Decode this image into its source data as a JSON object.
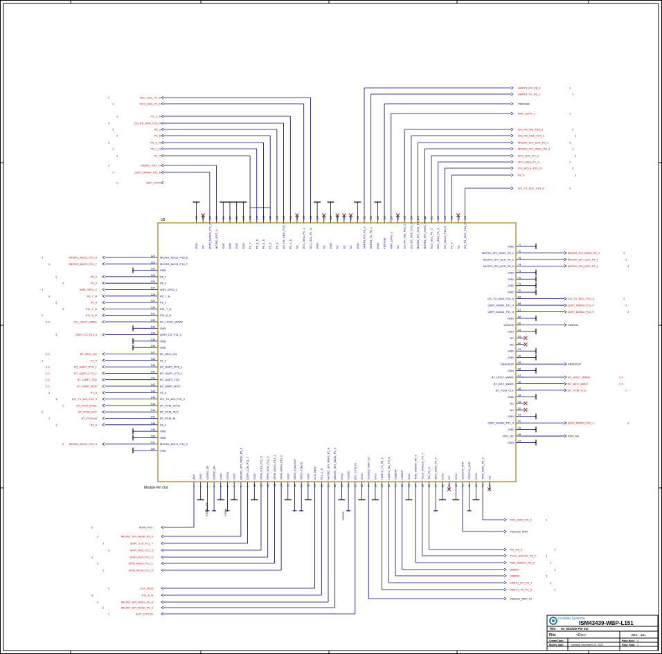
{
  "module": {
    "ref": "U8",
    "caption": "Module Pin Out",
    "top_pins": [
      {
        "num": "156",
        "name": "GND"
      },
      {
        "num": "155",
        "name": "NC"
      },
      {
        "num": "154",
        "name": "QSPI_DATA0_P11_6"
      },
      {
        "num": "153",
        "name": "MICRO_RST_N"
      },
      {
        "num": "152",
        "name": "GND"
      },
      {
        "num": "151",
        "name": "GND"
      },
      {
        "num": "150",
        "name": "GND"
      },
      {
        "num": "149",
        "name": "GND"
      },
      {
        "num": "148",
        "name": "P1_7"
      },
      {
        "num": "147",
        "name": "P6_4_N"
      },
      {
        "num": "146",
        "name": "P6_5_N"
      },
      {
        "num": "145",
        "name": "P1_6"
      },
      {
        "num": "144",
        "name": "P6_3"
      },
      {
        "num": "143",
        "name": "I2S_RX_SDO_P10_0"
      },
      {
        "num": "142",
        "name": "P5_2_N"
      },
      {
        "num": "141",
        "name": "NC"
      },
      {
        "num": "140",
        "name": "I2C1_SDA_P1_1"
      },
      {
        "num": "139",
        "name": "I2C1_SCL_P1_0"
      },
      {
        "num": "138",
        "name": "GND"
      },
      {
        "num": "137",
        "name": "NC"
      },
      {
        "num": "136",
        "name": "GND"
      },
      {
        "num": "135",
        "name": "NC"
      },
      {
        "num": "134",
        "name": "NC"
      },
      {
        "num": "133",
        "name": "NC"
      },
      {
        "num": "132",
        "name": "GND"
      },
      {
        "num": "131",
        "name": "UART8_RX_P8_0"
      },
      {
        "num": "130",
        "name": "UART8_TX_P8_1"
      },
      {
        "num": "129",
        "name": "GND"
      },
      {
        "num": "128",
        "name": "VDDUSB"
      },
      {
        "num": "127",
        "name": "WIFI_GPIO_1"
      },
      {
        "num": "126",
        "name": "NC"
      },
      {
        "num": "125",
        "name": "I2S_RX_WS_P10_2"
      },
      {
        "num": "124",
        "name": "I2S_RX_SCK_P10_1"
      },
      {
        "num": "123",
        "name": "MICRO_SPI_SCK_P5_2"
      },
      {
        "num": "122",
        "name": "MICRO_SPI_MISO_P5_3"
      },
      {
        "num": "121",
        "name": "I2C2_SCL_P1_2"
      },
      {
        "num": "120",
        "name": "I2C2_SDA_P1_3"
      },
      {
        "num": "119",
        "name": "I2S_MCLK_P10_5"
      },
      {
        "num": "118",
        "name": "P9_0"
      },
      {
        "num": "117",
        "name": "NC"
      },
      {
        "num": "116",
        "name": "I2S_TX_SCK_P10_4"
      }
    ],
    "left_pins": [
      {
        "num": "122",
        "name": "MICRO_ADC2_P10_6"
      },
      {
        "num": "123",
        "name": "MICRO_ADC3_P10_7"
      },
      {
        "num": "124",
        "name": "GND"
      },
      {
        "num": "125",
        "name": "P6_2"
      },
      {
        "num": "126",
        "name": "P6_3"
      },
      {
        "num": "127",
        "name": "WIFI_GPIO_2"
      },
      {
        "num": "128",
        "name": "P6_7_N"
      },
      {
        "num": "129",
        "name": "P6_6"
      },
      {
        "num": "130",
        "name": "P11_7_N"
      },
      {
        "num": "131",
        "name": "P11_6_N"
      },
      {
        "num": "132",
        "name": "WL_HOST_WAKE"
      },
      {
        "num": "133",
        "name": "GND"
      },
      {
        "num": "134",
        "name": "QSPI_CS_P11_2"
      },
      {
        "num": "135",
        "name": "GND"
      },
      {
        "num": "136",
        "name": "GND"
      },
      {
        "num": "137",
        "name": "BT_REG_ON"
      },
      {
        "num": "138",
        "name": "P1_4"
      },
      {
        "num": "139",
        "name": "BT_UART_RTS_L"
      },
      {
        "num": "140",
        "name": "BT_UART_CTS_L"
      },
      {
        "num": "141",
        "name": "BT_UART_TXD"
      },
      {
        "num": "142",
        "name": "BT_UART_RXD"
      },
      {
        "num": "143",
        "name": "P1_5"
      },
      {
        "num": "144",
        "name": "I2S_TX_WS_P10_3"
      },
      {
        "num": "145",
        "name": "BT_PCM_SYNC"
      },
      {
        "num": "146",
        "name": "BT_PCM_OUT"
      },
      {
        "num": "147",
        "name": "BT_PCM_IN"
      },
      {
        "num": "148",
        "name": "P6_4"
      },
      {
        "num": "149",
        "name": "GND"
      },
      {
        "num": "150",
        "name": "GND"
      },
      {
        "num": "151",
        "name": "MICRO_ADC1_P10_4"
      },
      {
        "num": "152",
        "name": "GND"
      }
    ],
    "right_pins": [
      {
        "num": "77",
        "name": "GND"
      },
      {
        "num": "76",
        "name": "MICRO_SPI_MISO_P5_1"
      },
      {
        "num": "75",
        "name": "MICRO_SPI_SCK_P5_2"
      },
      {
        "num": "74",
        "name": "MICRO_SPI_NSS_P5_3"
      },
      {
        "num": "73",
        "name": "GND"
      },
      {
        "num": "72",
        "name": "GND"
      },
      {
        "num": "71",
        "name": "GND"
      },
      {
        "num": "70",
        "name": "GND"
      },
      {
        "num": "69",
        "name": "I2S_TX_SDO_P10_5"
      },
      {
        "num": "68",
        "name": "QSPI_DATA2_P11_4"
      },
      {
        "num": "67",
        "name": "QSPI_DATA1_P11_5"
      },
      {
        "num": "66",
        "name": "GND"
      },
      {
        "num": "65",
        "name": "VDDIO0"
      },
      {
        "num": "64",
        "name": "GND"
      },
      {
        "num": "63",
        "name": "NC"
      },
      {
        "num": "62",
        "name": "NC"
      },
      {
        "num": "61",
        "name": "GND"
      },
      {
        "num": "60",
        "name": "GND"
      },
      {
        "num": "59",
        "name": "VBACKUP"
      },
      {
        "num": "58",
        "name": "GND"
      },
      {
        "num": "57",
        "name": "BT_HOST_WAKE"
      },
      {
        "num": "56",
        "name": "BT_DEV_WAKE"
      },
      {
        "num": "55",
        "name": "BT_PCM_CLK"
      },
      {
        "num": "54",
        "name": "GND"
      },
      {
        "num": "53",
        "name": "NC"
      },
      {
        "num": "52",
        "name": "NC"
      },
      {
        "num": "51",
        "name": "GND"
      },
      {
        "num": "50",
        "name": "QSPI_DATA3_P11_3"
      },
      {
        "num": "49",
        "name": "GND"
      },
      {
        "num": "48",
        "name": "VDD_NS"
      },
      {
        "num": "47",
        "name": "GND"
      }
    ],
    "bottom_pins": [
      {
        "num": "1",
        "name": "ANT"
      },
      {
        "num": "2",
        "name": "GND"
      },
      {
        "num": "3",
        "name": "VDDIO_PA"
      },
      {
        "num": "4",
        "name": "VDDIO_PA"
      },
      {
        "num": "5",
        "name": "GND"
      },
      {
        "num": "6",
        "name": "VDDA"
      },
      {
        "num": "7",
        "name": "GND"
      },
      {
        "num": "8",
        "name": "MICRO_SPI_MOSI_P6_5"
      },
      {
        "num": "9",
        "name": "QSPI_CLK_P11_7"
      },
      {
        "num": "10",
        "name": "GND"
      },
      {
        "num": "11",
        "name": "SPIH_NSS_P12_3"
      },
      {
        "num": "12",
        "name": "SPIH_SCK_P12_2"
      },
      {
        "num": "13",
        "name": "SPIH_MISO_P12_1"
      },
      {
        "num": "14",
        "name": "SPIH_MOSI_P12_0"
      },
      {
        "num": "15",
        "name": "GND"
      },
      {
        "num": "16",
        "name": "WCO_XTALOUT"
      },
      {
        "num": "17",
        "name": "WCO_XTALIN"
      },
      {
        "num": "18",
        "name": "GND"
      },
      {
        "num": "19",
        "name": "CLK_REQ"
      },
      {
        "num": "20",
        "name": "P11_1_N"
      },
      {
        "num": "21",
        "name": "MICRO_SPI_MISO_P6_4"
      },
      {
        "num": "22",
        "name": "MICRO_SPI_MOSI_P6_6"
      },
      {
        "num": "23",
        "name": "GND"
      },
      {
        "num": "24",
        "name": "VDDIO"
      },
      {
        "num": "25",
        "name": "EXT_LPO_IN"
      },
      {
        "num": "26",
        "name": "GND"
      },
      {
        "num": "27",
        "name": "VDDIO2_WIFI_IO"
      },
      {
        "num": "28",
        "name": "GND"
      },
      {
        "num": "29",
        "name": "UART1_TX_P9_1"
      },
      {
        "num": "30",
        "name": "UART1_RX_P9_0"
      },
      {
        "num": "31",
        "name": "USBDM"
      },
      {
        "num": "32",
        "name": "USBDP"
      },
      {
        "num": "33",
        "name": "GND"
      },
      {
        "num": "34",
        "name": "TMS_SWDIO_P6_6"
      },
      {
        "num": "35",
        "name": "TCLK_SWCLK_P6_7"
      },
      {
        "num": "36",
        "name": "TDI_P6_5"
      },
      {
        "num": "37",
        "name": "TDO_SWO_P6_4"
      },
      {
        "num": "38",
        "name": "GND"
      },
      {
        "num": "39",
        "name": "NC"
      },
      {
        "num": "40",
        "name": "GND"
      },
      {
        "num": "41",
        "name": "VDD2V5_WIFI"
      },
      {
        "num": "42",
        "name": "VDD2V5_WIFI"
      },
      {
        "num": "43",
        "name": "GND"
      },
      {
        "num": "44",
        "name": "TDO_SWO_P6_4"
      },
      {
        "num": "45",
        "name": "NC"
      }
    ]
  },
  "nets": {
    "top_left": [
      {
        "name": "I2C1_SCL_P1_0",
        "page": "3"
      },
      {
        "name": "I2C1_SDA_P1_1",
        "page": "3"
      },
      {
        "name": "P5_2_N",
        "page": "3"
      },
      {
        "name": "I2S_RX_SDO_P10_0",
        "page": "3"
      },
      {
        "name": "P6_3",
        "page": "3"
      },
      {
        "name": "P1_6",
        "page": "3"
      },
      {
        "name": "P6_5_N",
        "page": "3"
      },
      {
        "name": "P6_4_N",
        "page": "3"
      },
      {
        "name": "P1_7",
        "page": "3"
      },
      {
        "name": "MICRO_RST_N",
        "page": "3"
      },
      {
        "name": "QSPI_DATA0_P11_6",
        "page": "3"
      },
      {
        "name": "WIFI_GPIO",
        "page": "3"
      }
    ],
    "top_right": [
      {
        "name": "UART8_RX_P8_0",
        "page": "3"
      },
      {
        "name": "UART8_TX_P8_1",
        "page": "3"
      },
      {
        "name": "VDDUSB",
        "page": ""
      },
      {
        "name": "WIFI_GPIO_1",
        "page": "3"
      },
      {
        "name": "I2S_RX_WS_P10_2",
        "page": "3"
      },
      {
        "name": "I2S_RX_SCK_P10_1",
        "page": "3"
      },
      {
        "name": "MICRO_SPI_SCK_P5_2",
        "page": "3"
      },
      {
        "name": "MICRO_SPI_MISO_P5_3",
        "page": "3"
      },
      {
        "name": "I2C2_SCL_P1_2",
        "page": "3"
      },
      {
        "name": "I2C2_SDA_P1_3",
        "page": "3"
      },
      {
        "name": "I2S_MCLK_P10_5",
        "page": "3"
      },
      {
        "name": "P9_0",
        "page": "3"
      },
      {
        "name": "I2S_TX_SCK_P10_4",
        "page": "3"
      }
    ],
    "left": [
      {
        "name": "MICRO_ADC2_P10_6",
        "page": "3"
      },
      {
        "name": "MICRO_ADC3_P10_7",
        "page": "3"
      },
      {
        "name": "P6_2",
        "page": "3"
      },
      {
        "name": "P6_3",
        "page": "3"
      },
      {
        "name": "WIFI_GPIO_2",
        "page": "3"
      },
      {
        "name": "P6_7_N",
        "page": "3"
      },
      {
        "name": "P6_6",
        "page": "3"
      },
      {
        "name": "P11_7_N",
        "page": "3"
      },
      {
        "name": "P11_6_N",
        "page": "3"
      },
      {
        "name": "WL_HOST_WAKE",
        "page": "2,3"
      },
      {
        "name": "QSPI_CS_P11_2",
        "page": "3"
      },
      {
        "name": "BT_REG_ON",
        "page": "2,3"
      },
      {
        "name": "P1_4",
        "page": "3"
      },
      {
        "name": "BT_UART_RTS_L",
        "page": "2,3"
      },
      {
        "name": "BT_UART_CTS_L",
        "page": "2,3"
      },
      {
        "name": "BT_UART_TXD",
        "page": "2,3"
      },
      {
        "name": "BT_UART_RXD",
        "page": "2,3"
      },
      {
        "name": "P1_5",
        "page": "3"
      },
      {
        "name": "I2S_TX_WS_P10_3",
        "page": "3"
      },
      {
        "name": "BT_PCM_SYNC",
        "page": "2"
      },
      {
        "name": "BT_PCM_OUT",
        "page": "2"
      },
      {
        "name": "BT_PCM_IN",
        "page": "2"
      },
      {
        "name": "P6_4",
        "page": "3"
      },
      {
        "name": "MICRO_ADC1_P10_4",
        "page": "3"
      }
    ],
    "right": [
      {
        "name": "MICRO_SPI_MISO_P5_1",
        "page": "3"
      },
      {
        "name": "MICRO_SPI_SCK_P5_2",
        "page": "3"
      },
      {
        "name": "MICRO_SPI_NSS_P5_3",
        "page": "3"
      },
      {
        "name": "I2S_TX_SDO_P10_5",
        "page": "3"
      },
      {
        "name": "QSPI_DATA2_P11_4",
        "page": "3"
      },
      {
        "name": "QSPI_DATA1_P11_5",
        "page": "3"
      },
      {
        "name": "VDDIO0",
        "page": ""
      },
      {
        "name": "VBACKUP",
        "page": ""
      },
      {
        "name": "BT_HOST_WAKE",
        "page": "2,3"
      },
      {
        "name": "BT_DEV_WAKE",
        "page": "2,3"
      },
      {
        "name": "BT_PCM_CLK",
        "page": "2"
      },
      {
        "name": "QSPI_DATA3_P11_3",
        "page": "3"
      },
      {
        "name": "VDD_NS",
        "page": ""
      }
    ],
    "bottom_left": [
      {
        "name": "MAIN_ANT",
        "page": "3"
      },
      {
        "name": "MICRO_SPI_MOSI_P5_0",
        "page": "3"
      },
      {
        "name": "QSPI_CLK_P11_7",
        "page": "3"
      },
      {
        "name": "SPIH_NSS_P12_3",
        "page": "3"
      },
      {
        "name": "SPIH_SCK_P12_2",
        "page": "3"
      },
      {
        "name": "SPIH_MISO_P12_1",
        "page": "3"
      },
      {
        "name": "SPIH_MOSI_P12_0",
        "page": "3"
      },
      {
        "name": "CLK_REQ",
        "page": "3"
      },
      {
        "name": "P11_1_N",
        "page": "3"
      },
      {
        "name": "MICRO_SPI_MISO_P6_4",
        "page": "3"
      },
      {
        "name": "MICRO_SPI_MOSI_P6_6",
        "page": "3"
      },
      {
        "name": "EXT_LPO_IN",
        "page": "3"
      }
    ],
    "bottom_right": [
      {
        "name": "TDO_SWO_P6_4",
        "page": "3"
      },
      {
        "name": "VDD2V5_WIFI",
        "page": ""
      },
      {
        "name": "TDI_P6_5",
        "page": "3"
      },
      {
        "name": "TCLK_SWCLK_P6_7",
        "page": "3"
      },
      {
        "name": "TMS_SWDIO_P6_6",
        "page": "3"
      },
      {
        "name": "USBDP",
        "page": "3"
      },
      {
        "name": "USBDM",
        "page": "3"
      },
      {
        "name": "UART1_RX_P9_1",
        "page": "3"
      },
      {
        "name": "UART1_TX_P9_0",
        "page": "3"
      },
      {
        "name": "VDDIO2_WIFI_IO",
        "page": ""
      }
    ],
    "power_labels": [
      "VDDIO_PA",
      "VDDA",
      "VDDIO"
    ]
  },
  "title_block": {
    "company": "Invisible Systems",
    "part": "ISM43439-WBP-L151",
    "title_label": "Title:",
    "title_value": "04_Module Pin out",
    "file_label": "File:",
    "file_value": "<Doc>",
    "rev_label": "REV:",
    "rev_value": "A01",
    "create_label": "Create Date:",
    "create_value": "",
    "modify_label": "Modify Date:",
    "modify_value": "Tuesday, December 20, 2022",
    "page_num_label": "Page Num:",
    "page_num": "4",
    "page_total_label": "Page Total:",
    "page_total": "4"
  },
  "colors": {
    "frame": "#000000",
    "module_border": "#a07a20",
    "pin_text": "#000080",
    "wire": "#00007a",
    "net_label": "#cc0000",
    "page_ref": "#cc0000",
    "nc_mark": "#8b1a1a",
    "gnd": "#000000",
    "logo": "#2a7ab0"
  }
}
